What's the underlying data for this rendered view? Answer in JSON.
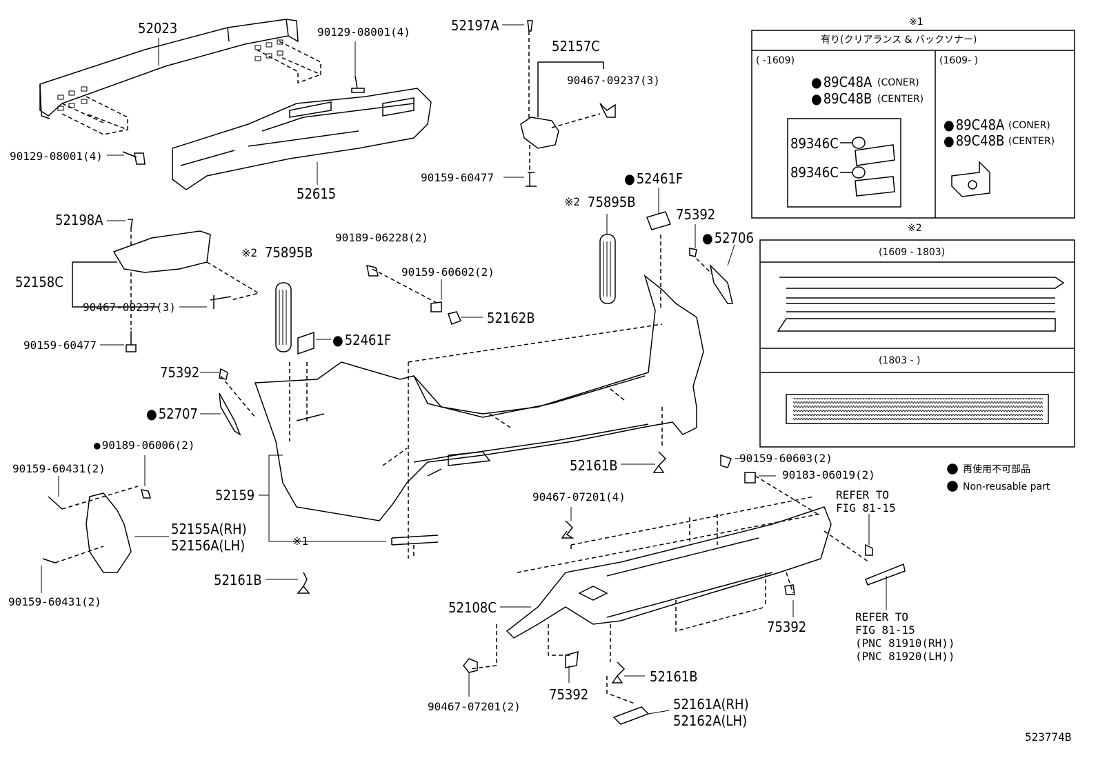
{
  "diagram_id": "523774B",
  "parts": {
    "p52023": "52023",
    "p90129_top": "90129-08001(4)",
    "p90129_left": "90129-08001(4)",
    "p52615": "52615",
    "p52197A": "52197A",
    "p52157C": "52157C",
    "p90467_09237_top": "90467-09237(3)",
    "p90159_60477_top": "90159-60477",
    "p52461F_top": "52461F",
    "p75895B_right": "75895B",
    "p75392_right": "75392",
    "p52706": "52706",
    "p52198A": "52198A",
    "p52158C": "52158C",
    "p90467_09237_left": "90467-09237(3)",
    "p90159_60477_left": "90159-60477",
    "p90189_06228": "90189-06228(2)",
    "p90159_60602": "90159-60602(2)",
    "p52162B": "52162B",
    "p75895B_left": "75895B",
    "p52461F_left": "52461F",
    "p75392_left": "75392",
    "p52707": "52707",
    "p90189_06006": "90189-06006(2)",
    "p90159_60431_top": "90159-60431(2)",
    "p52159": "52159",
    "p52155A": "52155A(RH)",
    "p52156A": "52156A(LH)",
    "p90159_60431_bot": "90159-60431(2)",
    "p52161B_left": "52161B",
    "p52161B_mid": "52161B",
    "p90159_60603": "90159-60603(2)",
    "p90183_06019": "90183-06019(2)",
    "p90467_07201_top": "90467-07201(4)",
    "refer_top_1": "REFER TO",
    "refer_top_2": "FIG 81-15",
    "p52108C": "52108C",
    "p75392_lower_right": "75392",
    "refer_bot_1": "REFER TO",
    "refer_bot_2": "FIG 81-15",
    "refer_bot_3": "(PNC 81910(RH))",
    "refer_bot_4": "(PNC 81920(LH))",
    "p90467_07201_bot": "90467-07201(2)",
    "p75392_bottom": "75392",
    "p52161B_bottom": "52161B",
    "p52161A": "52161A(RH)",
    "p52162A": "52162A(LH)",
    "note1_mark": "※1",
    "note2_mark": "※2"
  },
  "note1_box": {
    "title": "有り(クリアランス & バックソナー)",
    "col_left_header": "(      -1609)",
    "col_right_header": "(1609-      )",
    "left_p1": "89C48A",
    "left_p1_desc": "(CONER)",
    "left_p2": "89C48B",
    "left_p2_desc": "(CENTER)",
    "left_sub1": "89346C",
    "left_sub2": "89346C",
    "right_p1": "89C48A",
    "right_p1_desc": "(CONER)",
    "right_p2": "89C48B",
    "right_p2_desc": "(CENTER)"
  },
  "note2_box": {
    "row1_header": "(1609 - 1803)",
    "row2_header": "(1803 -      )"
  },
  "legend": {
    "jp": "再使用不可部品",
    "en": "Non-reusable part"
  }
}
